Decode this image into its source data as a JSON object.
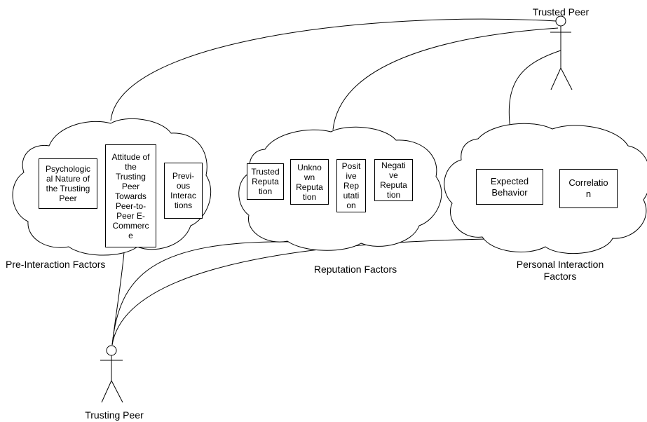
{
  "actors": {
    "trusted_peer": "Trusted Peer",
    "trusting_peer": "Trusting Peer"
  },
  "groups": {
    "pre_interaction": {
      "label": "Pre-Interaction Factors",
      "boxes": [
        "Psychologic\nal Nature of\nthe Trusting\nPeer",
        "Attitude of\nthe\nTrusting\nPeer\nTowards\nPeer-to-\nPeer E-\nCommerc\ne",
        "Previ-\nous\nInterac\ntions"
      ]
    },
    "reputation": {
      "label": "Reputation Factors",
      "boxes": [
        "Trusted\nReputa\ntion",
        "Unkno\nwn\nReputa\ntion",
        "Posit\nive\nRep\nutati\non",
        "Negati\nve\nReputa\ntion"
      ]
    },
    "personal_interaction": {
      "label": "Personal Interaction\nFactors",
      "boxes": [
        "Expected\nBehavior",
        "Correlatio\nn"
      ]
    }
  }
}
